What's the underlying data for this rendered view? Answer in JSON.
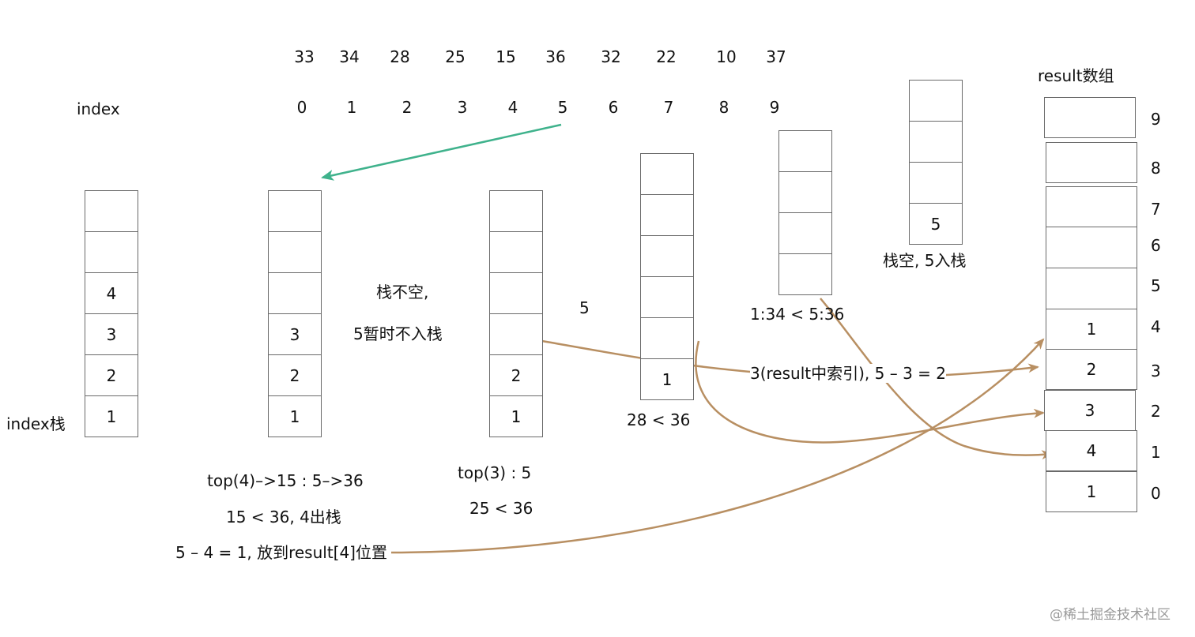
{
  "colors": {
    "brown_arrow": "#b88f62",
    "green_arrow": "#3fb28c",
    "stroke": "#6a6a6a"
  },
  "values": [
    "33",
    "34",
    "28",
    "25",
    "15",
    "36",
    "32",
    "22",
    "10",
    "37"
  ],
  "indices": [
    "0",
    "1",
    "2",
    "3",
    "4",
    "5",
    "6",
    "7",
    "8",
    "9"
  ],
  "labels": {
    "index": "index",
    "index_stack": "index栈",
    "result_array": "result数组",
    "not_empty_1": "栈不空,",
    "not_empty_2": "5暂时不入栈",
    "floating_5": "5",
    "top4": "top(4)–>15 : 5–>36",
    "cmp_15": "15 < 36, 4出栈",
    "place_4": "5 – 4 = 1, 放到result[4]位置",
    "top3": "top(3) : 5",
    "cmp_25": "25 < 36",
    "cmp_28": "28 < 36",
    "cmp_34": "1:34 < 5:36",
    "result_idx_note": "3(result中索引), 5 – 3 = 2",
    "empty_push": "栈空, 5入栈",
    "watermark": "@稀土掘金技术社区"
  },
  "stacks": {
    "s1": [
      "",
      "",
      "4",
      "3",
      "2",
      "1"
    ],
    "s2": [
      "",
      "",
      "",
      "3",
      "2",
      "1"
    ],
    "s3": [
      "",
      "",
      "",
      "",
      "2",
      "1"
    ],
    "s4": [
      "",
      "",
      "",
      "",
      "",
      "1"
    ],
    "s5": [
      "",
      "",
      "",
      ""
    ],
    "s6": [
      "",
      "",
      "",
      "5"
    ]
  },
  "result": {
    "cells": [
      "",
      "",
      "",
      "",
      "",
      "1",
      "2",
      "3",
      "4",
      "1"
    ],
    "indices": [
      "9",
      "8",
      "7",
      "6",
      "5",
      "4",
      "3",
      "2",
      "1",
      "0"
    ]
  }
}
